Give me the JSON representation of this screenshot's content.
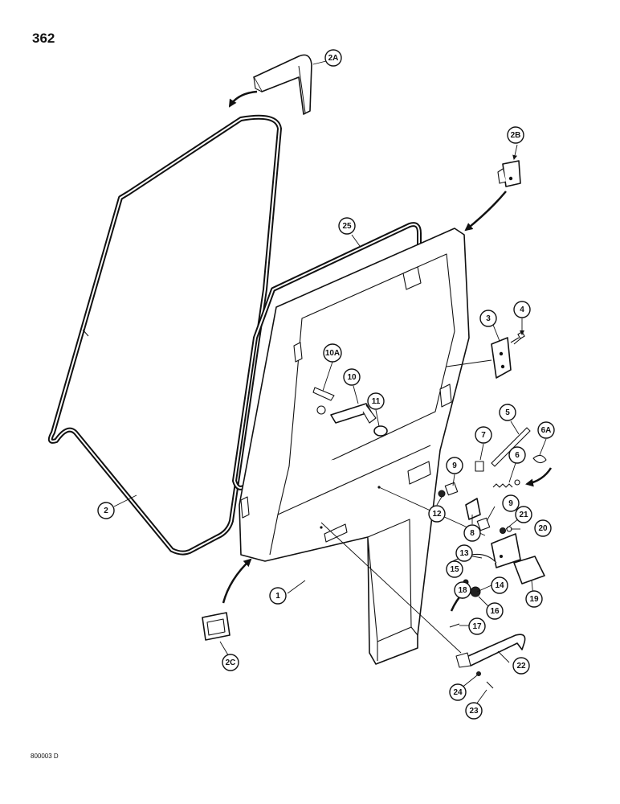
{
  "page_number": "362",
  "drawing_code": "800003 D",
  "callouts": [
    {
      "id": "c1",
      "label": "1"
    },
    {
      "id": "c2",
      "label": "2"
    },
    {
      "id": "c2a",
      "label": "2A"
    },
    {
      "id": "c2b",
      "label": "2B"
    },
    {
      "id": "c2c",
      "label": "2C"
    },
    {
      "id": "c3",
      "label": "3"
    },
    {
      "id": "c4",
      "label": "4"
    },
    {
      "id": "c5",
      "label": "5"
    },
    {
      "id": "c6",
      "label": "6"
    },
    {
      "id": "c6a",
      "label": "6A"
    },
    {
      "id": "c7",
      "label": "7"
    },
    {
      "id": "c8",
      "label": "8"
    },
    {
      "id": "c9a",
      "label": "9"
    },
    {
      "id": "c9b",
      "label": "9"
    },
    {
      "id": "c10",
      "label": "10"
    },
    {
      "id": "c10a",
      "label": "10A"
    },
    {
      "id": "c11",
      "label": "11"
    },
    {
      "id": "c12",
      "label": "12"
    },
    {
      "id": "c13",
      "label": "13"
    },
    {
      "id": "c14",
      "label": "14"
    },
    {
      "id": "c15",
      "label": "15"
    },
    {
      "id": "c16",
      "label": "16"
    },
    {
      "id": "c17",
      "label": "17"
    },
    {
      "id": "c18",
      "label": "18"
    },
    {
      "id": "c19",
      "label": "19"
    },
    {
      "id": "c20",
      "label": "20"
    },
    {
      "id": "c21",
      "label": "21"
    },
    {
      "id": "c22",
      "label": "22"
    },
    {
      "id": "c23",
      "label": "23"
    },
    {
      "id": "c24",
      "label": "24"
    },
    {
      "id": "c25",
      "label": "25"
    }
  ]
}
